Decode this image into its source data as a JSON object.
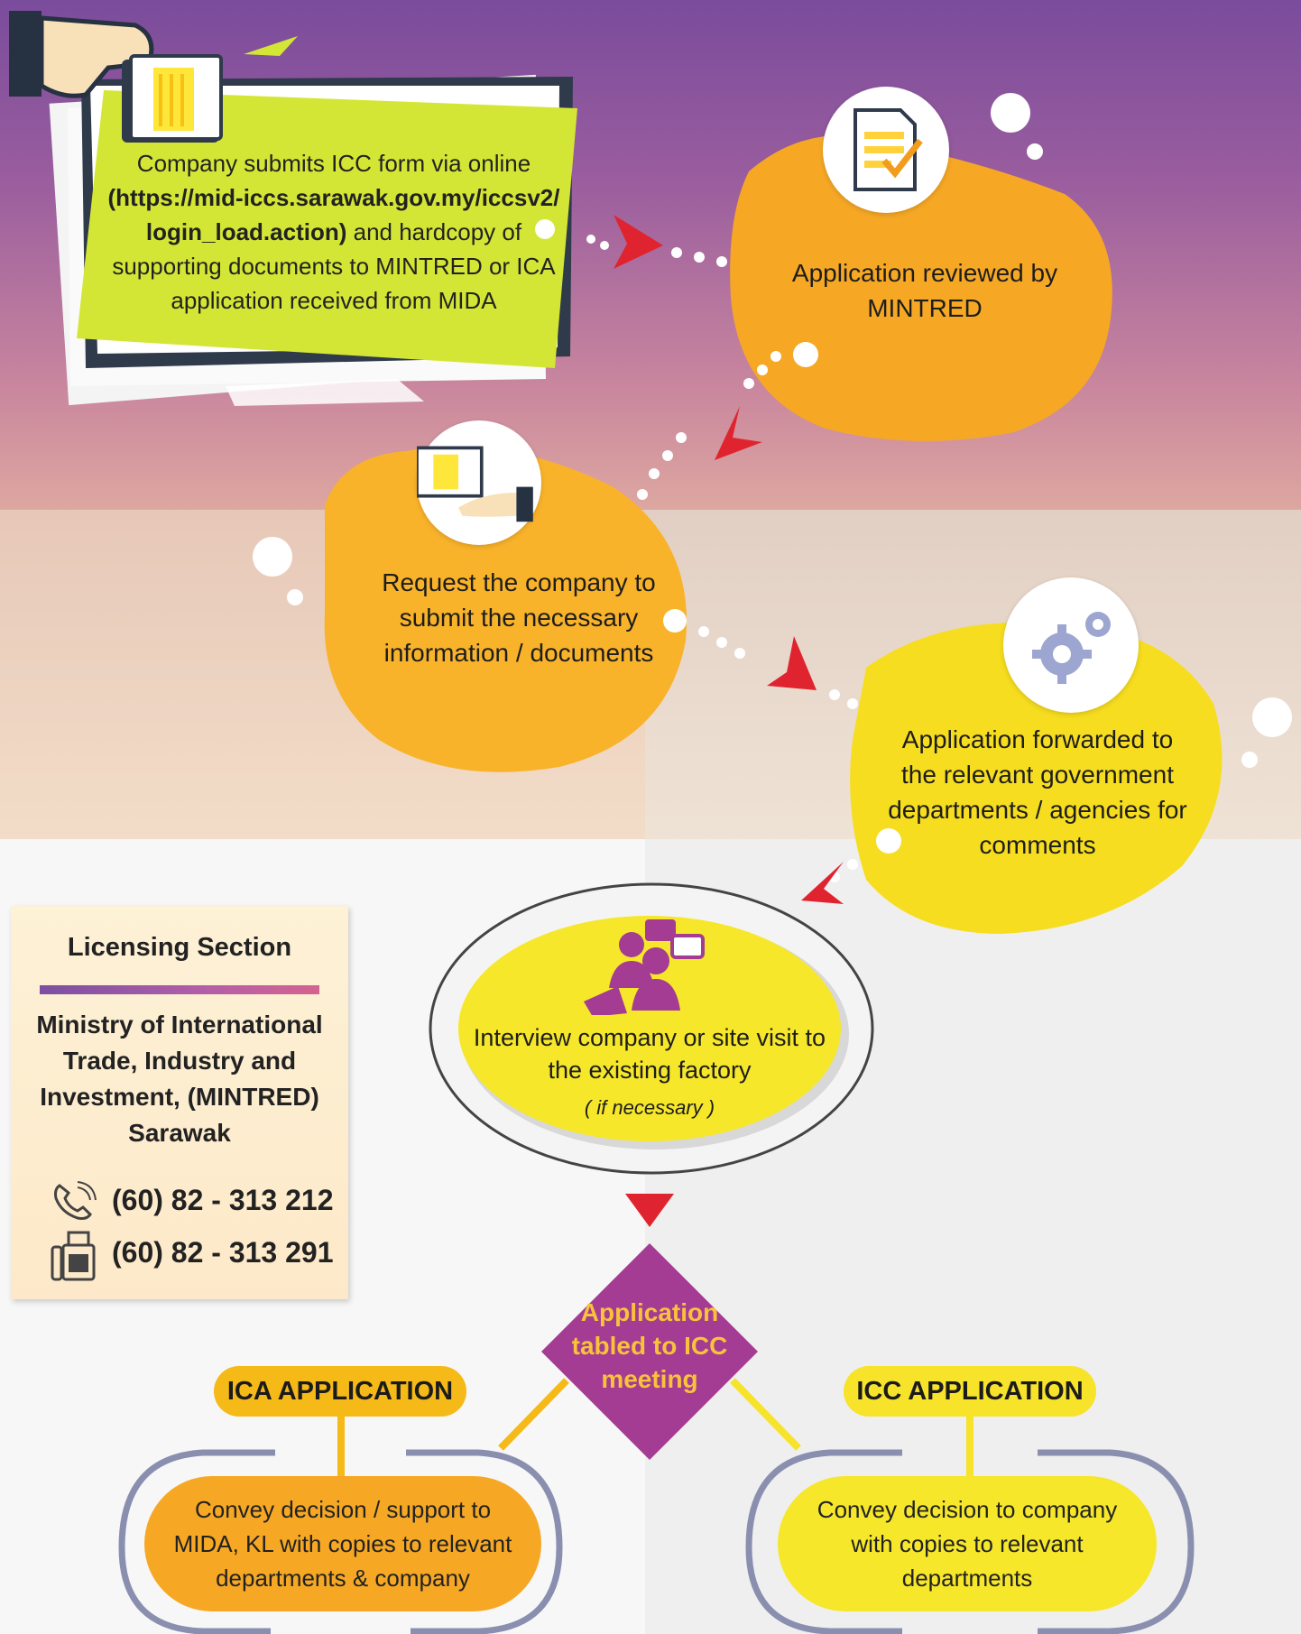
{
  "step1": {
    "line1": "Company submits ICC form via online",
    "url": "(https://mid-iccs.sarawak.gov.my/iccsv2/ login_load.action)",
    "line2": "and hardcopy of supporting documents to MINTRED or ICA application received from MIDA"
  },
  "step2": {
    "text": "Application reviewed by MINTRED"
  },
  "step3": {
    "text": "Request the company to submit the necessary information / documents"
  },
  "step4": {
    "text": "Application forwarded to the relevant government departments / agencies for comments"
  },
  "step5": {
    "text": "Interview company or site visit to the existing factory",
    "note": "( if necessary )"
  },
  "step6": {
    "text": "Application tabled to ICC meeting"
  },
  "ica": {
    "label": "ICA APPLICATION",
    "decision": "Convey decision / support to MIDA, KL with copies to relevant departments & company"
  },
  "icc": {
    "label": "ICC APPLICATION",
    "decision": "Convey decision to company with copies to relevant departments"
  },
  "contact": {
    "title": "Licensing Section",
    "ministry": "Ministry of International Trade, Industry and Investment, (MINTRED) Sarawak",
    "phone": "(60) 82 - 313 212",
    "fax": "(60) 82 - 313 291"
  },
  "colors": {
    "orange": "#f6a825",
    "yellow": "#f7e026",
    "purple": "#a33c92",
    "lime": "#d4e635",
    "arrow_red": "#e0242f"
  },
  "icons": [
    "hand-document-icon",
    "document-check-icon",
    "document-hand-icon",
    "gears-icon",
    "meeting-people-icon",
    "phone-icon",
    "fax-icon"
  ]
}
